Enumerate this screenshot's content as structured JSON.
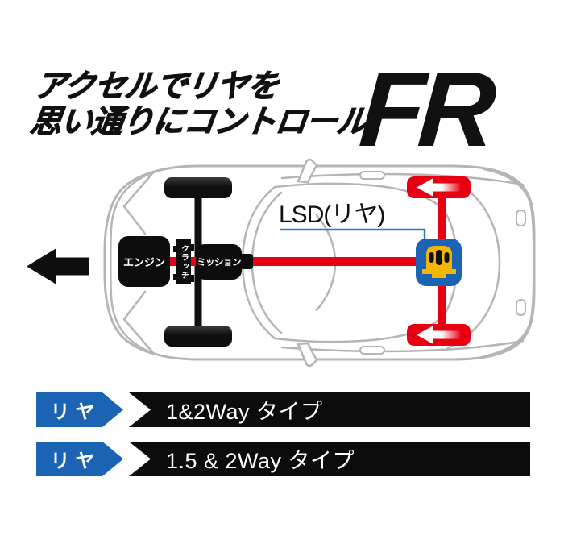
{
  "header": {
    "line1": "アクセルでリヤを",
    "line2": "思い通りにコントロール。",
    "drivetrain_code": "FR"
  },
  "diagram": {
    "engine_label": "エンジン",
    "clutch_label": "クラッチ",
    "mission_label": "ミッション",
    "lsd_label": "LSD(リヤ)",
    "icons": {
      "direction_arrow": "left-arrow-black",
      "rear_wheel_arrows": "left-arrow-white-fading",
      "lsd_unit": "clutch-pack-differential"
    }
  },
  "legend": {
    "rows": [
      {
        "tag": "リ ヤ",
        "type": "1&2Way タイプ"
      },
      {
        "tag": "リ ヤ",
        "type": "1.5 & 2Way タイプ"
      }
    ]
  },
  "colors": {
    "drive_red": "#e60012",
    "lsd_blue": "#1b64b4",
    "leader_blue": "#3278c3",
    "car_outline_gray": "#b5b5b5",
    "diff_yellow": "#f6b500",
    "text_black": "#111111",
    "label_white": "#ffffff"
  }
}
